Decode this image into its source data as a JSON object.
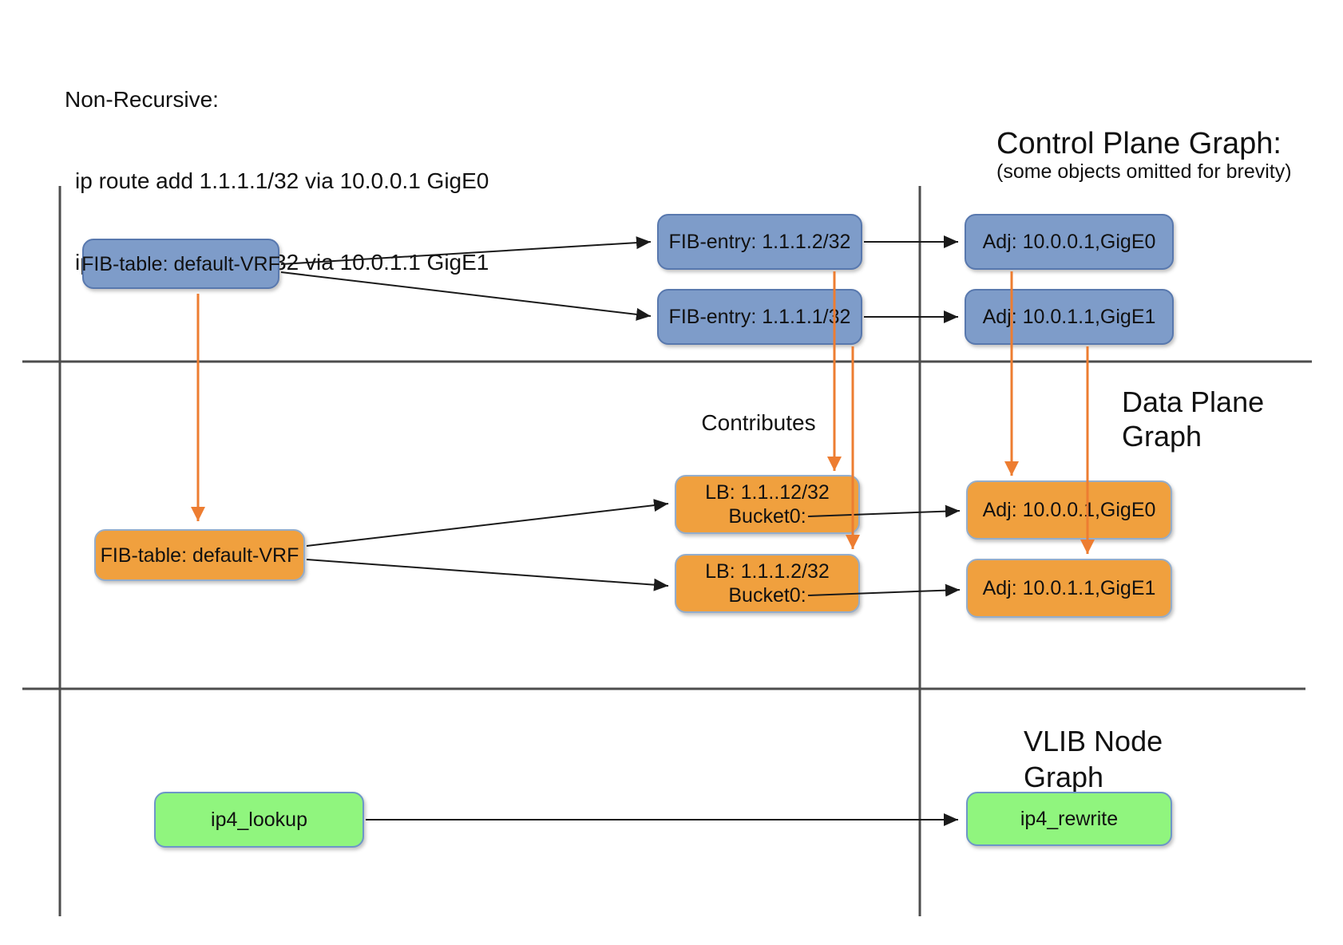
{
  "note": {
    "title": "Non-Recursive:",
    "line1": "ip route add 1.1.1.1/32 via 10.0.0.1 GigE0",
    "line2": "ip route add 1.1.1.2/32 via 10.0.1.1 GigE1"
  },
  "titles": {
    "control_plane": "Control Plane Graph:",
    "control_plane_note": "(some objects omitted for brevity)",
    "contributes": "Contributes",
    "data_plane_line1": "Data Plane",
    "data_plane_line2": "Graph",
    "vlib_line1": "VLIB Node",
    "vlib_line2": "Graph"
  },
  "control_plane": {
    "fib_table": "FIB-table: default-VRF",
    "fib_entry_2": "FIB-entry: 1.1.1.2/32",
    "fib_entry_1": "FIB-entry: 1.1.1.1/32",
    "adj_gige0": "Adj: 10.0.0.1,GigE0",
    "adj_gige1": "Adj: 10.0.1.1,GigE1"
  },
  "data_plane": {
    "fib_table": "FIB-table: default-VRF",
    "lb_1_line1": "LB: 1.1..12/32",
    "lb_1_line2": "Bucket0:",
    "lb_2_line1": "LB: 1.1.1.2/32",
    "lb_2_line2": "Bucket0:",
    "adj_gige0": "Adj: 10.0.0.1,GigE0",
    "adj_gige1": "Adj: 10.0.1.1,GigE1"
  },
  "vlib": {
    "lookup": "ip4_lookup",
    "rewrite": "ip4_rewrite"
  },
  "colors": {
    "control_plane_node_fill": "#7E9CC9",
    "control_plane_node_border": "#5878AE",
    "data_plane_node_fill": "#F0A03E",
    "data_plane_node_border": "#94ADCB",
    "vlib_node_fill": "#90F57E",
    "vlib_node_border": "#6D96C8",
    "contributes_arrow": "#ED7D31",
    "edge": "#1A1A1A",
    "divider": "#4D4D4D"
  }
}
